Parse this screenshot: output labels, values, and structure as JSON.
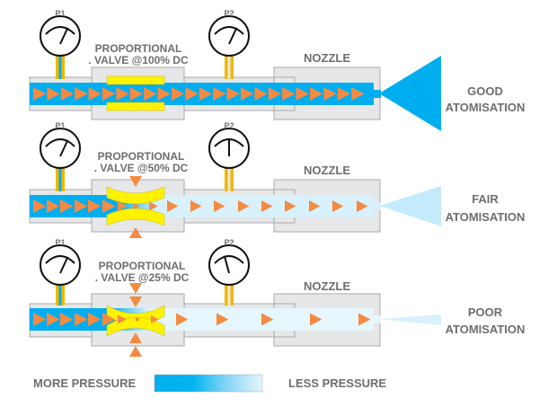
{
  "colors": {
    "high_pressure": "#00aeef",
    "mid_pressure": "#7fd3f5",
    "low_pressure": "#d8f1fc",
    "very_low_pressure": "#e6f6fd",
    "arrow": "#f58a42",
    "valve": "#fff200",
    "housing": "#e6e7e8",
    "housing_stroke": "#a7a9ac",
    "stem": "#f2b600",
    "label": "#6d6e70"
  },
  "rows": [
    {
      "gauge1_label": "P1",
      "gauge2_label": "P2",
      "valve_label_line1": "PROPORTIONAL",
      "valve_label_line2": ". VALVE @100% DC",
      "duty_cycle_percent": 100,
      "nozzle_label": "NOZZLE",
      "result_line1": "GOOD",
      "result_line2": "ATOMISATION"
    },
    {
      "gauge1_label": "P1",
      "gauge2_label": "P2",
      "valve_label_line1": "PROPORTIONAL",
      "valve_label_line2": ". VALVE @50% DC",
      "duty_cycle_percent": 50,
      "nozzle_label": "NOZZLE",
      "result_line1": "FAIR",
      "result_line2": "ATOMISATION"
    },
    {
      "gauge1_label": "P1",
      "gauge2_label": "P2",
      "valve_label_line1": "PROPORTIONAL",
      "valve_label_line2": ". VALVE @25% DC",
      "duty_cycle_percent": 25,
      "nozzle_label": "NOZZLE",
      "result_line1": "POOR",
      "result_line2": "ATOMISATION"
    }
  ],
  "legend": {
    "more_label": "MORE PRESSURE",
    "less_label": "LESS PRESSURE"
  }
}
